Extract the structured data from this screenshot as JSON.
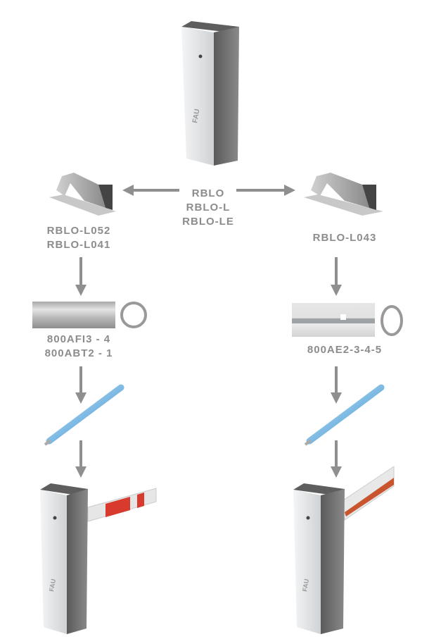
{
  "colors": {
    "label": "#8c8c8c",
    "arrow": "#8f8f8f",
    "post_top": "#6b6b6b",
    "post_face": "#e9ebec",
    "beam": "#8fc4e8",
    "boom_stripe": "#d83a2e"
  },
  "logo_text": "FAU",
  "center": {
    "lines": [
      "RBLO",
      "RBLO-L",
      "RBLO-LE"
    ]
  },
  "left": {
    "bracket_labels": [
      "RBLO-L052",
      "RBLO-L041"
    ],
    "tube_labels": [
      "800AFI3 - 4",
      "800ABT2 - 1"
    ]
  },
  "right": {
    "bracket_labels": [
      "RBLO-L043"
    ],
    "tube_labels": [
      "800AE2-3-4-5"
    ]
  }
}
